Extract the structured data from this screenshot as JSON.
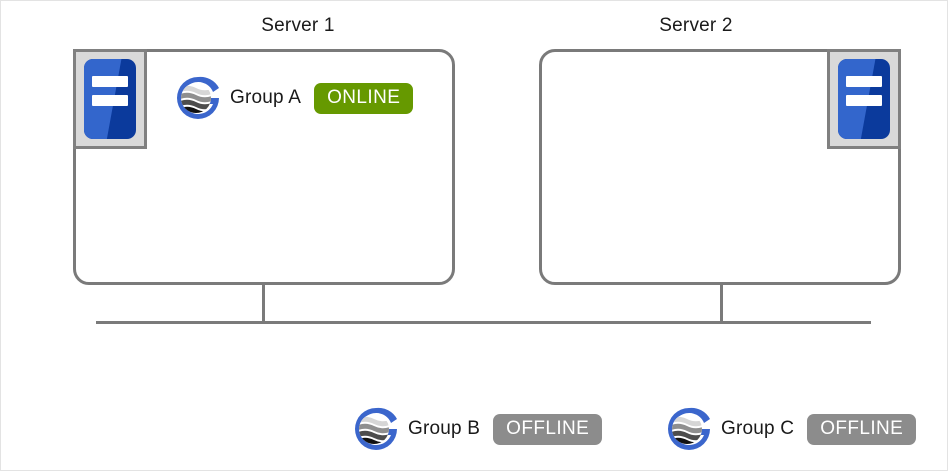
{
  "diagram": {
    "title_hidden": "",
    "colors": {
      "online": "#669900",
      "offline": "#8c8c8c",
      "line": "#7a7a7a",
      "icon_blue_light": "#3366cc",
      "icon_blue_dark": "#0b3a9c",
      "icon_frame": "#d9d9d9",
      "page_border": "#e3e3e3"
    }
  },
  "servers": [
    {
      "title": "Server 1",
      "icon_name": "server-machine-icon",
      "groups": [
        {
          "logo_name": "resource-group-globe-icon",
          "label": "Group A",
          "status": "ONLINE"
        }
      ]
    },
    {
      "title": "Server 2",
      "icon_name": "server-machine-icon",
      "groups": []
    }
  ],
  "unassigned_groups": [
    {
      "logo_name": "resource-group-globe-icon",
      "label": "Group B",
      "status": "OFFLINE"
    },
    {
      "logo_name": "resource-group-globe-icon",
      "label": "Group C",
      "status": "OFFLINE"
    }
  ]
}
